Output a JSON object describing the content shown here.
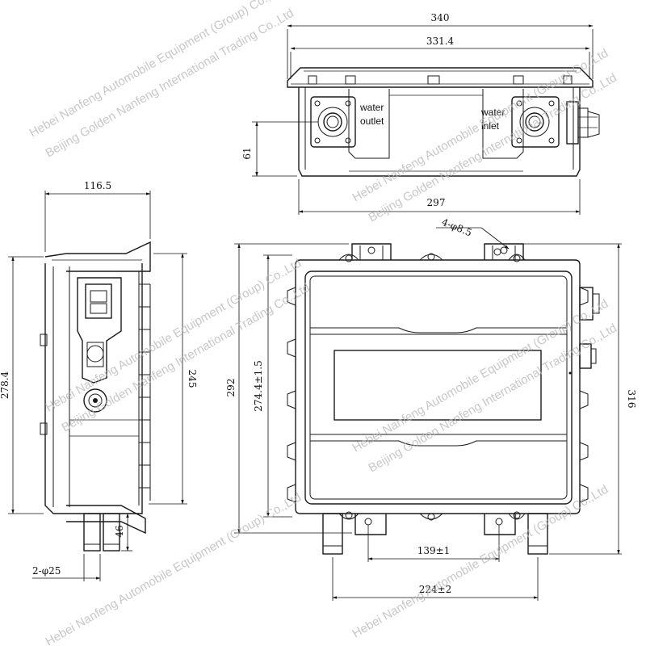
{
  "dimensions": {
    "top_overall_width": "340",
    "top_inner_width": "331.4",
    "top_height": "61",
    "top_base_width": "297",
    "side_width": "116.5",
    "side_height_overall": "278.4",
    "side_height_inner": "245",
    "side_pipe_length": "46",
    "pipe_diameter": "2-φ25",
    "front_height_overall": "292",
    "front_height_body": "274.4±1.5",
    "front_height_right": "316",
    "mount_holes": "4-φ8.5",
    "hole_spacing": "139±1",
    "pipe_spacing": "224±2"
  },
  "labels": {
    "water_outlet_1": "water",
    "water_outlet_2": "outlet",
    "water_inlet_1": "water",
    "water_inlet_2": "inlet"
  },
  "watermark": {
    "line1": "Hebei Nanfeng Automobile Equipment (Group) Co.,Ltd",
    "line2": "Beijing Golden Nanfeng International Trading Co.,Ltd"
  }
}
